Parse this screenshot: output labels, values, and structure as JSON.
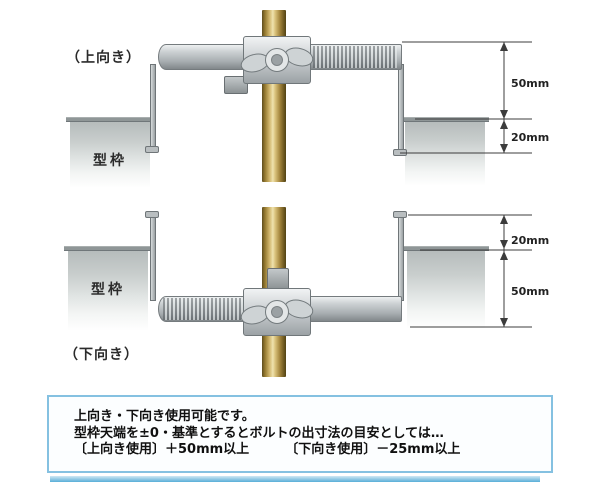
{
  "figure": {
    "background": "#ffffff",
    "diagram_top": {
      "orientation_label": "（上向き）",
      "formwork_label": "型枠",
      "dim_upper": "50mm",
      "dim_lower": "20mm"
    },
    "diagram_bottom": {
      "orientation_label": "（下向き）",
      "formwork_label": "型枠",
      "dim_upper": "20mm",
      "dim_lower": "50mm"
    },
    "note_box": {
      "line1": "上向き・下向き使用可能です。",
      "line2": "型枠天端を±0・基準とするとボルトの出寸法の目安としては…",
      "line3_upward": "〔上向き使用〕＋50mm以上",
      "line3_downward": "〔下向き使用〕－25mm以上"
    },
    "colors": {
      "note_border": "#85c1e1",
      "bottom_strip": "#58aed8",
      "rod_brass": "#cdb268",
      "metal_gray": "#b4b9bc",
      "formwork_gray": "#c9cecd",
      "dim_line": "#3c3c3c",
      "text": "#2b2b2b"
    }
  }
}
